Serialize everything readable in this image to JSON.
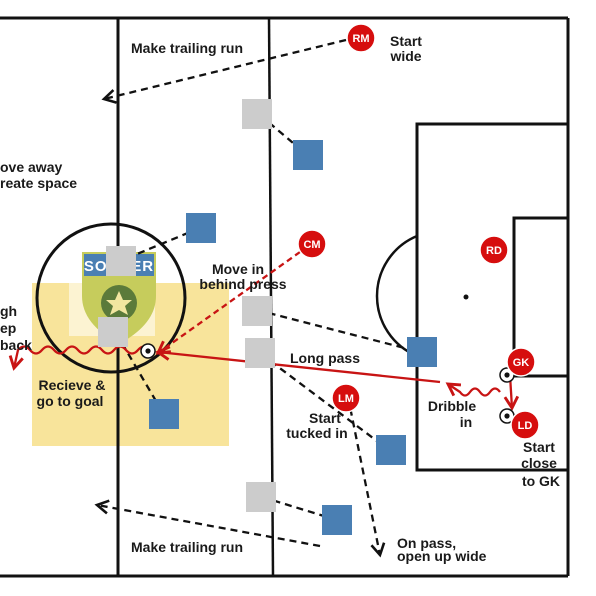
{
  "logo": {
    "text": "SOCCER"
  },
  "players_red": {
    "rm": "RM",
    "cm": "CM",
    "rd": "RD",
    "gk": "GK",
    "ld": "LD",
    "lm": "LM"
  },
  "annotations": {
    "make_trailing_run_top": "Make trailing run",
    "start_wide_1": "Start",
    "start_wide_2": "wide",
    "move_away_1": "ove away",
    "move_away_2": "reate space",
    "move_in_1": "Move in",
    "move_in_2": "behind press",
    "high_step_back_1": "gh",
    "high_step_back_2": "ep",
    "high_step_back_3": "back",
    "long_pass": "Long pass",
    "recieve_1": "Recieve &",
    "recieve_2": "go to goal",
    "start_tucked_1": "Start",
    "start_tucked_2": "tucked in",
    "dribble_1": "Dribble",
    "dribble_2": "in",
    "start_close_1": "Start",
    "start_close_2": "close",
    "start_close_3": "to GK",
    "make_trailing_run_bottom": "Make trailing run",
    "on_pass_1": "On pass,",
    "on_pass_2": "open up wide"
  },
  "colors": {
    "red_player": "#d60e0e",
    "blue_player": "#4a7fb3",
    "grey_player": "#cccccc",
    "arrow_red": "#c81414",
    "highlight": "#f7df8a"
  }
}
